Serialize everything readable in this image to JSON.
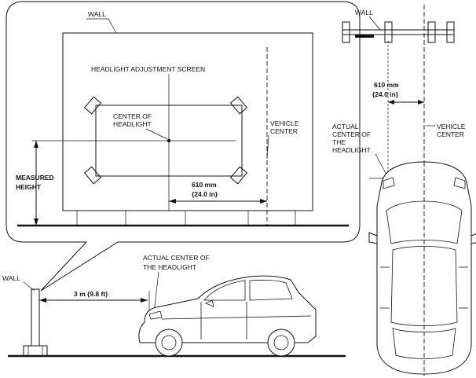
{
  "labels": {
    "wall_inset": "WALL",
    "screen": "HEADLIGHT ADJUSTMENT SCREEN",
    "center_headlight_1": "CENTER OF",
    "center_headlight_2": "HEADLIGHT",
    "vehicle_center_1": "VEHICLE",
    "vehicle_center_2": "CENTER",
    "measured_1": "MEASURED",
    "measured_2": "HEIGHT",
    "dim_610_mm": "610 mm",
    "dim_610_in": "{24.0 in}",
    "wall_top": "WALL",
    "top_610_mm": "610 mm",
    "top_610_in": "{24.0 in}",
    "actual_1": "ACTUAL",
    "actual_2": "CENTER OF",
    "actual_3": "THE",
    "actual_4": "HEADLIGHT",
    "vc_right_1": "VEHICLE",
    "vc_right_2": "CENTER",
    "wall_side": "WALL",
    "distance": "3 m {9.8 ft}",
    "side_actual_1": "ACTUAL CENTER OF",
    "side_actual_2": "THE HEADLIGHT"
  }
}
